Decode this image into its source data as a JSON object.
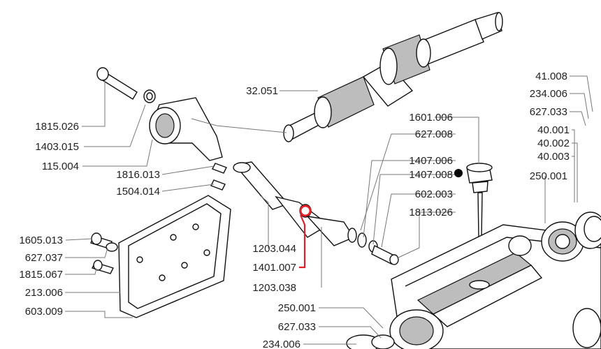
{
  "labels": {
    "l_41_008": "41.008",
    "l_234_006_r": "234.006",
    "l_627_033_r": "627.033",
    "l_40_001": "40.001",
    "l_40_002": "40.002",
    "l_40_003": "40.003",
    "l_250_001_r": "250.001",
    "l_32_051": "32.051",
    "l_1815_026": "1815.026",
    "l_1403_015": "1403.015",
    "l_115_004": "115.004",
    "l_1816_013": "1816.013",
    "l_1504_014": "1504.014",
    "l_1601_006": "1601.006",
    "l_627_008": "627.008",
    "l_1407_006": "1407.006",
    "l_1407_008": "1407.008",
    "l_602_003": "602.003",
    "l_1813_026": "1813.026",
    "l_1203_044": "1203.044",
    "l_1401_007": "1401.007",
    "l_1203_038": "1203.038",
    "l_250_001_b": "250.001",
    "l_627_033_b": "627.033",
    "l_234_006_b": "234.006",
    "l_1605_013": "1605.013",
    "l_627_037": "627.037",
    "l_1815_067": "1815.067",
    "l_213_006": "213.006",
    "l_603_009": "603.009"
  },
  "colors": {
    "highlight": "#e0202a",
    "leader": "#777777",
    "ink": "#111111"
  }
}
